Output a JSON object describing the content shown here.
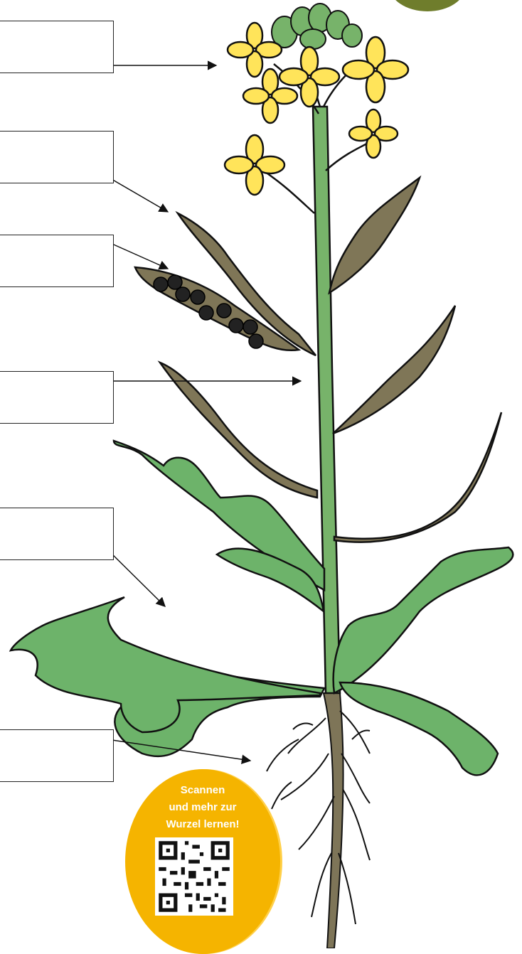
{
  "diagram": {
    "subject": "rapeseed-plant",
    "label_boxes": [
      "",
      "",
      "",
      "",
      "",
      ""
    ],
    "colors": {
      "stem": "#77b36a",
      "leaf": "#6db36a",
      "flower": "#ffe45a",
      "pod": "#7f7657",
      "root": "#7e7558",
      "seed": "#222222",
      "badge": "#f5b400"
    }
  },
  "badge": {
    "line1": "Scannen",
    "line2": "und mehr zur",
    "line3": "Wurzel lernen!",
    "qr_icon": "qr-code-icon"
  }
}
